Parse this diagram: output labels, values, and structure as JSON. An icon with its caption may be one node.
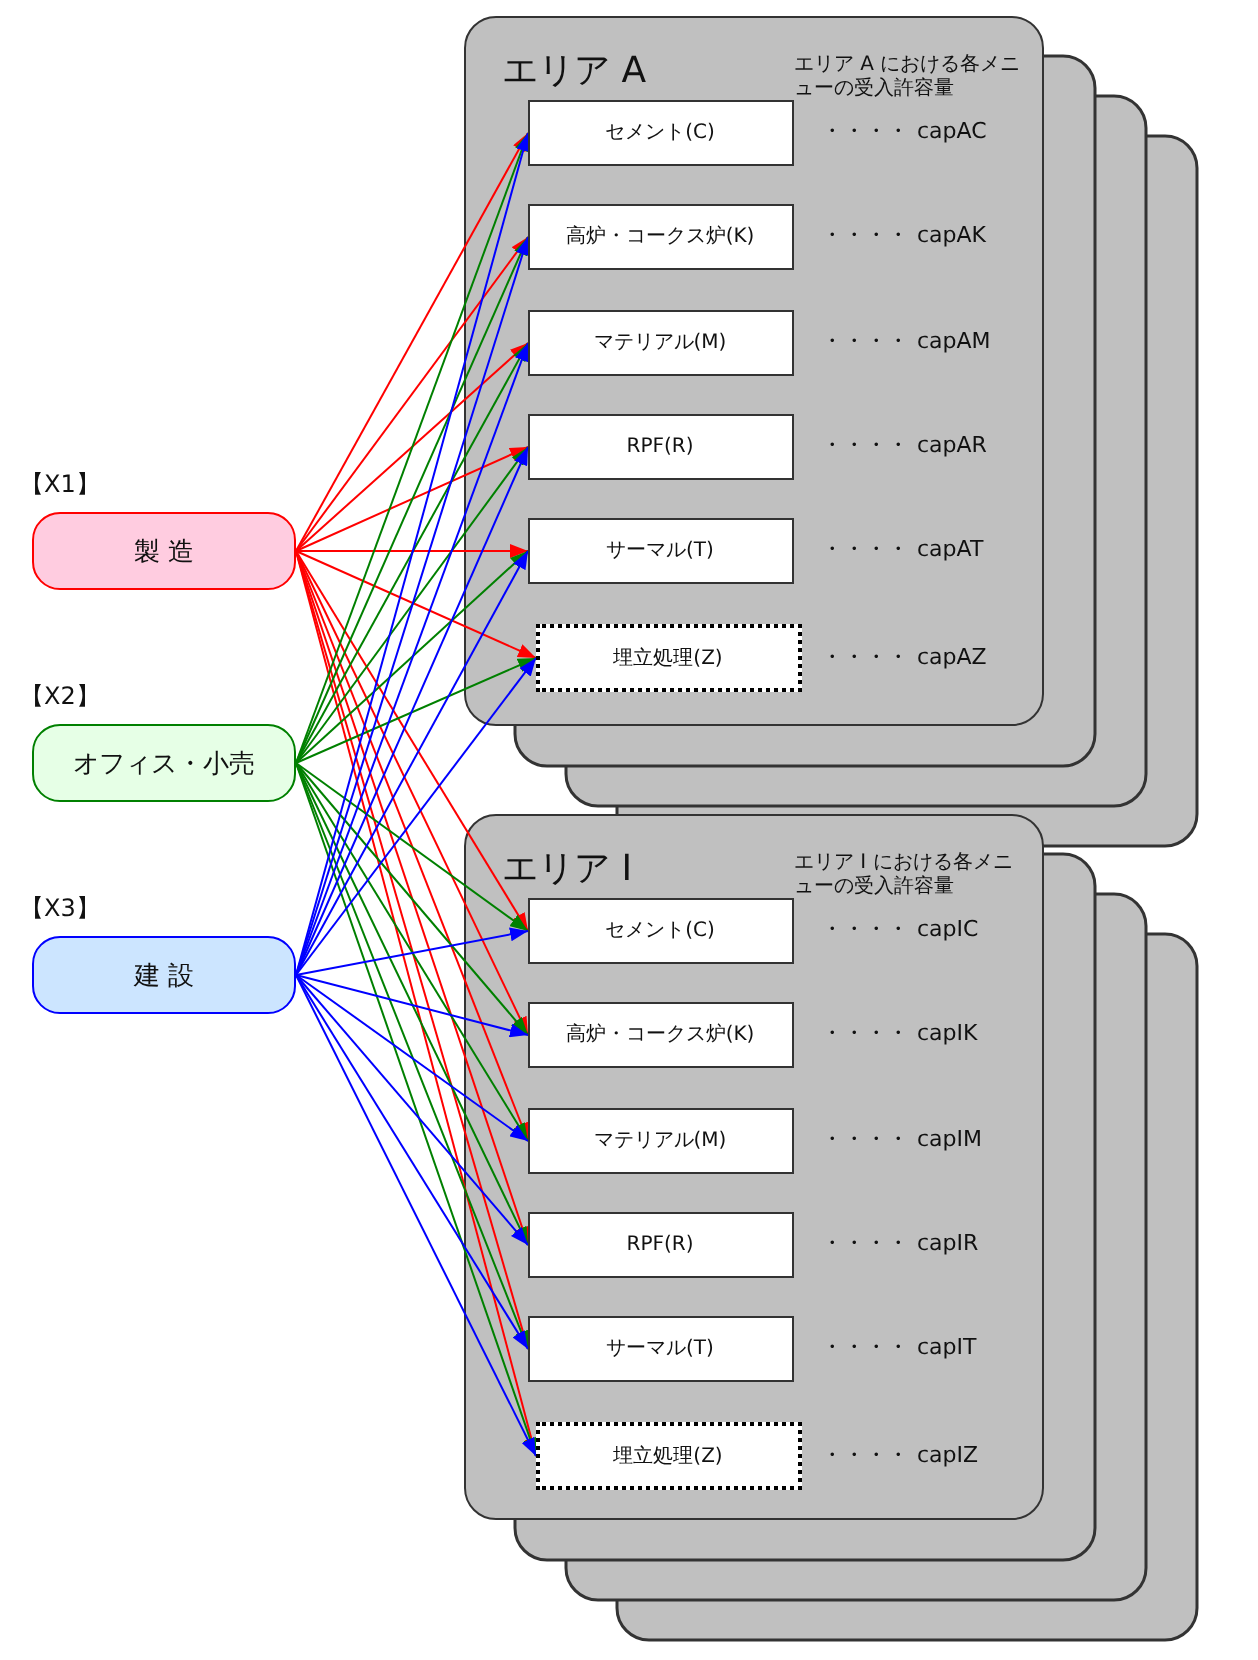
{
  "diagram": {
    "nodes": [
      {
        "text": [
          "製 造"
        ],
        "beside": [
          "【X1】"
        ]
      },
      {
        "text": [
          "オフィス・小売"
        ],
        "beside": [
          "【X2】"
        ]
      },
      {
        "text": [
          "建 設"
        ],
        "beside": [
          "【X3】"
        ]
      },
      {
        "text": [
          "エリア A",
          "エリア A における各メニューの受入許容量"
        ]
      },
      {
        "text": [
          "セメント(C)"
        ],
        "in": 3,
        "beside": [
          "・・・・",
          "capAC"
        ]
      },
      {
        "text": [
          "高炉・コークス炉(K)"
        ],
        "in": 3,
        "beside": [
          "・・・・",
          "capAK"
        ]
      },
      {
        "text": [
          "マテリアル(M)"
        ],
        "in": 3,
        "beside": [
          "・・・・",
          "capAM"
        ]
      },
      {
        "text": [
          "RPF(R)"
        ],
        "in": 3,
        "beside": [
          "・・・・",
          "capAR"
        ]
      },
      {
        "text": [
          "サーマル(T)"
        ],
        "in": 3,
        "beside": [
          "・・・・",
          "capAT"
        ]
      },
      {
        "text": [
          "埋立処理(Z)"
        ],
        "in": 3,
        "beside": [
          "・・・・",
          "capAZ"
        ]
      },
      {
        "text": [
          "エリア I",
          "エリア I における各メニューの受入許容量"
        ]
      },
      {
        "text": [
          "セメント(C)"
        ],
        "in": 10,
        "beside": [
          "・・・・",
          "capIC"
        ]
      },
      {
        "text": [
          "高炉・コークス炉(K)"
        ],
        "in": 10,
        "beside": [
          "・・・・",
          "capIK"
        ]
      },
      {
        "text": [
          "マテリアル(M)"
        ],
        "in": 10,
        "beside": [
          "・・・・",
          "capIM"
        ]
      },
      {
        "text": [
          "RPF(R)"
        ],
        "in": 10,
        "beside": [
          "・・・・",
          "capIR"
        ]
      },
      {
        "text": [
          "サーマル(T)"
        ],
        "in": 10,
        "beside": [
          "・・・・",
          "capIT"
        ]
      },
      {
        "text": [
          "埋立処理(Z)"
        ],
        "in": 10,
        "beside": [
          "・・・・",
          "capIZ"
        ]
      }
    ],
    "edges": [
      {
        "from": 0,
        "to": 4,
        "arrow": "to",
        "color": "#ff0000"
      },
      {
        "from": 0,
        "to": 5,
        "arrow": "to",
        "color": "#ff0000"
      },
      {
        "from": 0,
        "to": 6,
        "arrow": "to",
        "color": "#ff0000"
      },
      {
        "from": 0,
        "to": 7,
        "arrow": "to",
        "color": "#ff0000"
      },
      {
        "from": 0,
        "to": 8,
        "arrow": "to",
        "color": "#ff0000"
      },
      {
        "from": 0,
        "to": 9,
        "arrow": "to",
        "color": "#ff0000"
      },
      {
        "from": 0,
        "to": 11,
        "arrow": "to",
        "color": "#ff0000"
      },
      {
        "from": 0,
        "to": 12,
        "arrow": "to",
        "color": "#ff0000"
      },
      {
        "from": 0,
        "to": 13,
        "arrow": "to",
        "color": "#ff0000"
      },
      {
        "from": 0,
        "to": 14,
        "arrow": "to",
        "color": "#ff0000"
      },
      {
        "from": 0,
        "to": 15,
        "arrow": "to",
        "color": "#ff0000"
      },
      {
        "from": 0,
        "to": 16,
        "arrow": "to",
        "color": "#ff0000"
      },
      {
        "from": 1,
        "to": 4,
        "arrow": "to",
        "color": "#008000"
      },
      {
        "from": 1,
        "to": 5,
        "arrow": "to",
        "color": "#008000"
      },
      {
        "from": 1,
        "to": 6,
        "arrow": "to",
        "color": "#008000"
      },
      {
        "from": 1,
        "to": 7,
        "arrow": "to",
        "color": "#008000"
      },
      {
        "from": 1,
        "to": 8,
        "arrow": "to",
        "color": "#008000"
      },
      {
        "from": 1,
        "to": 9,
        "arrow": "to",
        "color": "#008000"
      },
      {
        "from": 1,
        "to": 11,
        "arrow": "to",
        "color": "#008000"
      },
      {
        "from": 1,
        "to": 12,
        "arrow": "to",
        "color": "#008000"
      },
      {
        "from": 1,
        "to": 13,
        "arrow": "to",
        "color": "#008000"
      },
      {
        "from": 1,
        "to": 14,
        "arrow": "to",
        "color": "#008000"
      },
      {
        "from": 1,
        "to": 15,
        "arrow": "to",
        "color": "#008000"
      },
      {
        "from": 1,
        "to": 16,
        "arrow": "to",
        "color": "#008000"
      },
      {
        "from": 2,
        "to": 4,
        "arrow": "to",
        "color": "#0000ff"
      },
      {
        "from": 2,
        "to": 5,
        "arrow": "to",
        "color": "#0000ff"
      },
      {
        "from": 2,
        "to": 6,
        "arrow": "to",
        "color": "#0000ff"
      },
      {
        "from": 2,
        "to": 7,
        "arrow": "to",
        "color": "#0000ff"
      },
      {
        "from": 2,
        "to": 8,
        "arrow": "to",
        "color": "#0000ff"
      },
      {
        "from": 2,
        "to": 9,
        "arrow": "to",
        "color": "#0000ff"
      },
      {
        "from": 2,
        "to": 11,
        "arrow": "to",
        "color": "#0000ff"
      },
      {
        "from": 2,
        "to": 12,
        "arrow": "to",
        "color": "#0000ff"
      },
      {
        "from": 2,
        "to": 13,
        "arrow": "to",
        "color": "#0000ff"
      },
      {
        "from": 2,
        "to": 14,
        "arrow": "to",
        "color": "#0000ff"
      },
      {
        "from": 2,
        "to": 15,
        "arrow": "to",
        "color": "#0000ff"
      },
      {
        "from": 2,
        "to": 16,
        "arrow": "to",
        "color": "#0000ff"
      }
    ]
  }
}
